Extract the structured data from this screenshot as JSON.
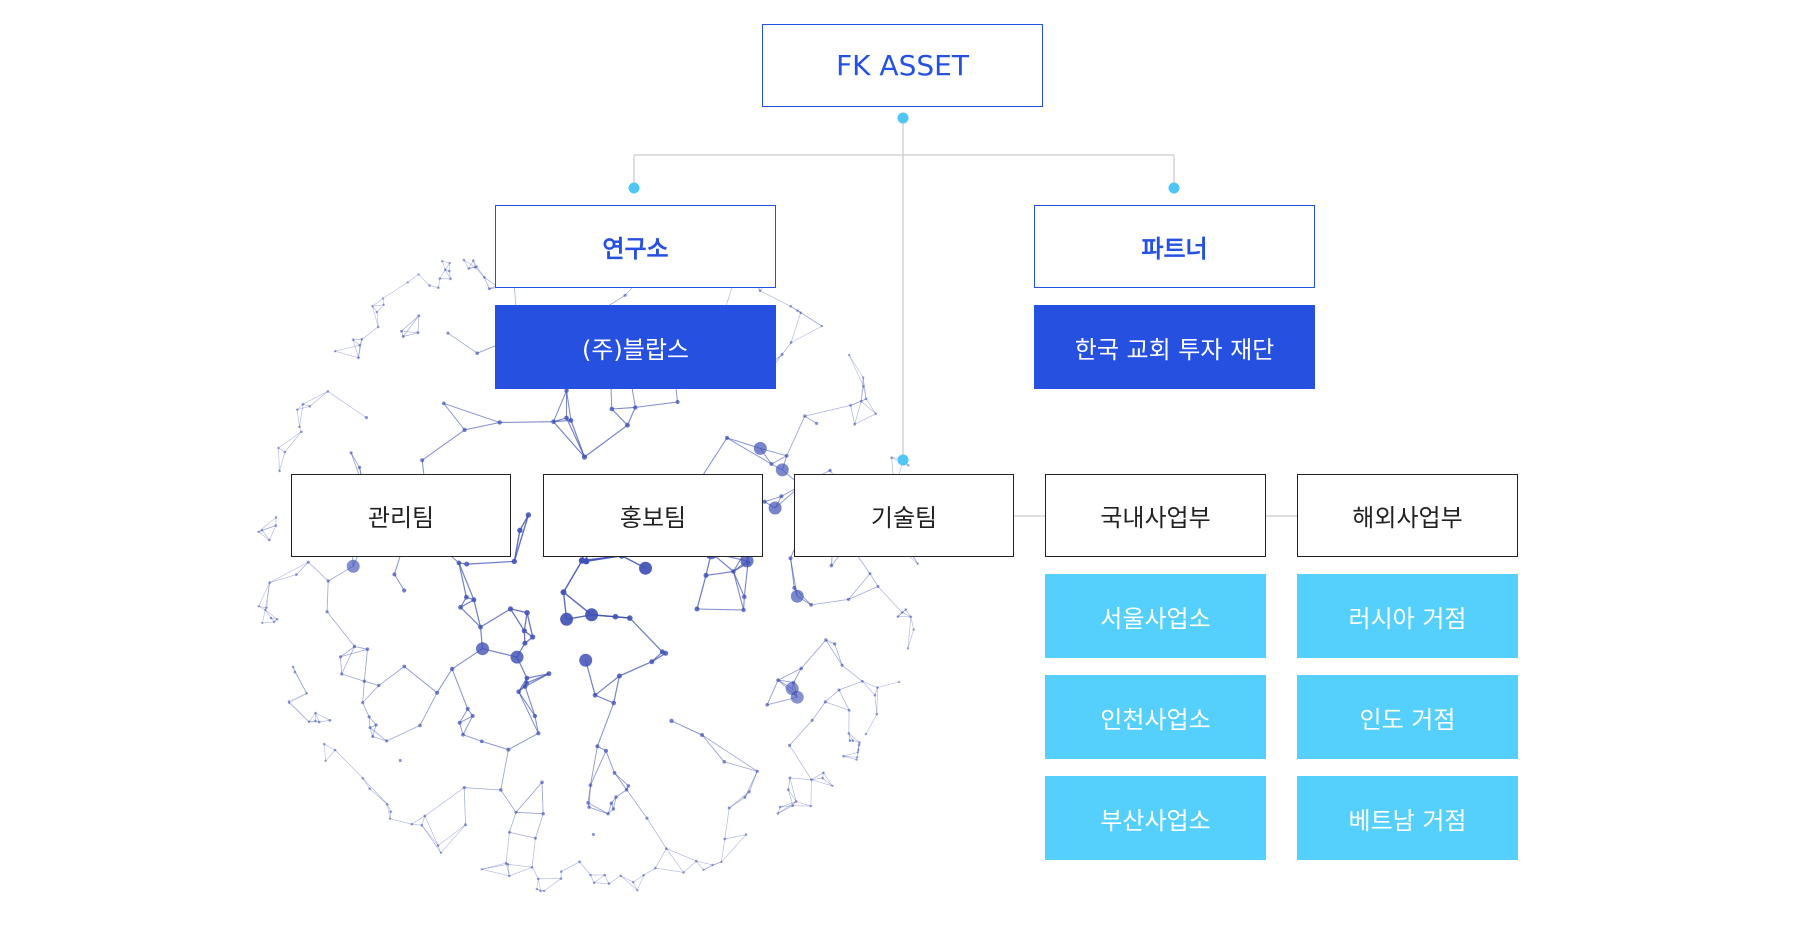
{
  "root": {
    "label": "FK ASSET"
  },
  "research": {
    "label": "연구소",
    "company": "(주)블랍스"
  },
  "partner": {
    "label": "파트너",
    "org": "한국 교회 투자 재단"
  },
  "teams": {
    "management": "관리팀",
    "pr": "홍보팀",
    "tech": "기술팀",
    "domestic": "국내사업부",
    "overseas": "해외사업부"
  },
  "domestic_offices": [
    "서울사업소",
    "인천사업소",
    "부산사업소"
  ],
  "overseas_offices": [
    "러시아 거점",
    "인도 거점",
    "베트남 거점"
  ],
  "colors": {
    "brand_blue": "#2550e0",
    "cyan": "#55d0fc",
    "connector_dot": "#4fc6f5",
    "line": "#cccccc",
    "globe": "#3f51b5"
  }
}
